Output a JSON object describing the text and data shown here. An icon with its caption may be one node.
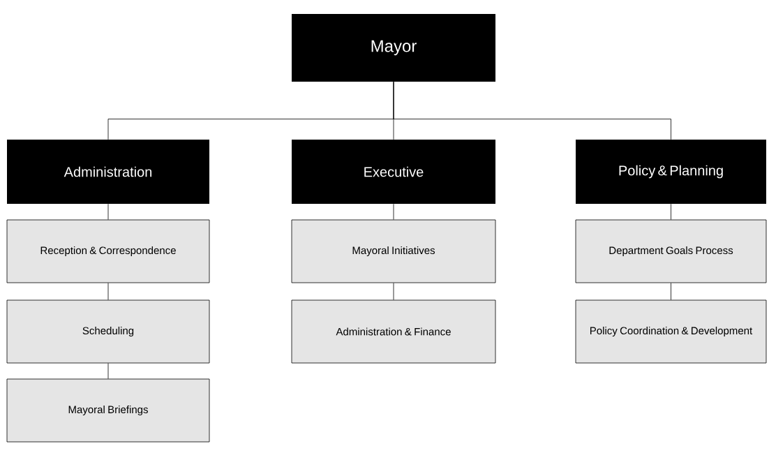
{
  "diagram": {
    "nodes": [
      {
        "text": [
          "Mayor"
        ]
      },
      {
        "text": [
          "Administration"
        ]
      },
      {
        "text": [
          "Executive"
        ]
      },
      {
        "text": [
          "Policy & Planning"
        ]
      },
      {
        "text": [
          "Reception & Correspondence"
        ]
      },
      {
        "text": [
          "Scheduling"
        ]
      },
      {
        "text": [
          "Mayoral Briefings"
        ]
      },
      {
        "text": [
          "Mayoral Initiatives"
        ]
      },
      {
        "text": [
          "Administration & Finance"
        ]
      },
      {
        "text": [
          "Department Goals Process"
        ]
      },
      {
        "text": [
          "Policy Coordination & Development"
        ]
      }
    ],
    "edges": [
      {
        "from": 0,
        "to": 1,
        "arrow": "none"
      },
      {
        "from": 0,
        "to": 2,
        "arrow": "none"
      },
      {
        "from": 0,
        "to": 3,
        "arrow": "none"
      },
      {
        "from": 1,
        "to": 4,
        "arrow": "none"
      },
      {
        "from": 4,
        "to": 5,
        "arrow": "none"
      },
      {
        "from": 5,
        "to": 6,
        "arrow": "none"
      },
      {
        "from": 2,
        "to": 7,
        "arrow": "none"
      },
      {
        "from": 7,
        "to": 8,
        "arrow": "none"
      },
      {
        "from": 3,
        "to": 9,
        "arrow": "none"
      },
      {
        "from": 9,
        "to": 10,
        "arrow": "none"
      }
    ]
  }
}
